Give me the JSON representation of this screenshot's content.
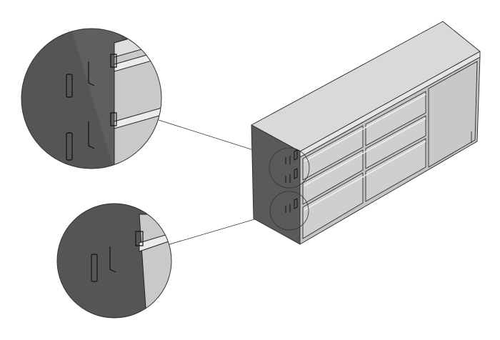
{
  "colors": {
    "background": "#ffffff",
    "side_panel": "#5a5a5a",
    "top_surface": "#d9d9d9",
    "front_face": "#c4c4c4",
    "drawer_front": "#cfcfcf",
    "outline": "#2a2a2a",
    "zoom_dark": "#555555",
    "zoom_light": "#c9c9c9"
  },
  "diagram": {
    "subject": "sideboard",
    "callouts": [
      "upper-drawer-hinge-detail",
      "lower-drawer-hinge-detail"
    ]
  }
}
